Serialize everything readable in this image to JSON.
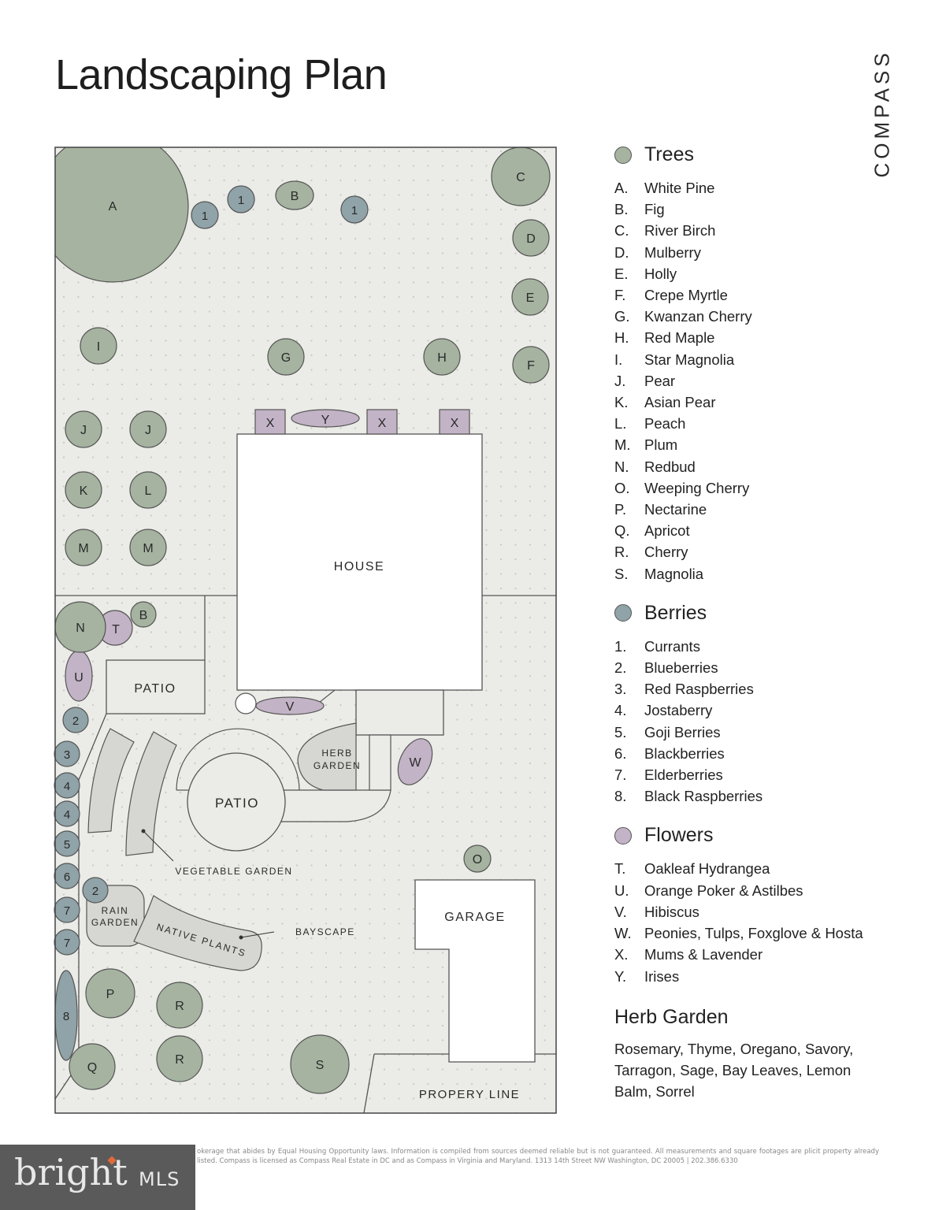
{
  "title": "Landscaping Plan",
  "brand": "COMPASS",
  "colors": {
    "tree": "#a5b3a0",
    "berry": "#8fa3a8",
    "flower": "#c3b3c6",
    "ground": "#ebebe7",
    "bed": "#d6d7d2"
  },
  "plan": {
    "house": "HOUSE",
    "patio1": "PATIO",
    "patio2": "PATIO",
    "herb1": "HERB",
    "herb2": "GARDEN",
    "veg": "VEGETABLE GARDEN",
    "rain1": "RAIN",
    "rain2": "GARDEN",
    "native": "NATIVE PLANTS",
    "bayscape": "BAYSCAPE",
    "garage": "GARAGE",
    "property": "PROPERY LINE"
  },
  "legend": {
    "trees": {
      "heading": "Trees",
      "items": [
        {
          "k": "A.",
          "v": "White Pine"
        },
        {
          "k": "B.",
          "v": "Fig"
        },
        {
          "k": "C.",
          "v": "River Birch"
        },
        {
          "k": "D.",
          "v": "Mulberry"
        },
        {
          "k": "E.",
          "v": "Holly"
        },
        {
          "k": "F.",
          "v": "Crepe Myrtle"
        },
        {
          "k": "G.",
          "v": "Kwanzan Cherry"
        },
        {
          "k": "H.",
          "v": "Red Maple"
        },
        {
          "k": "I.",
          "v": "Star Magnolia"
        },
        {
          "k": "J.",
          "v": "Pear"
        },
        {
          "k": "K.",
          "v": "Asian Pear"
        },
        {
          "k": "L.",
          "v": "Peach"
        },
        {
          "k": "M.",
          "v": "Plum"
        },
        {
          "k": "N.",
          "v": "Redbud"
        },
        {
          "k": "O.",
          "v": "Weeping Cherry"
        },
        {
          "k": "P.",
          "v": "Nectarine"
        },
        {
          "k": "Q.",
          "v": "Apricot"
        },
        {
          "k": "R.",
          "v": "Cherry"
        },
        {
          "k": "S.",
          "v": "Magnolia"
        }
      ]
    },
    "berries": {
      "heading": "Berries",
      "items": [
        {
          "k": "1.",
          "v": "Currants"
        },
        {
          "k": "2.",
          "v": "Blueberries"
        },
        {
          "k": "3.",
          "v": "Red Raspberries"
        },
        {
          "k": "4.",
          "v": "Jostaberry"
        },
        {
          "k": "5.",
          "v": "Goji Berries"
        },
        {
          "k": "6.",
          "v": "Blackberries"
        },
        {
          "k": "7.",
          "v": "Elderberries"
        },
        {
          "k": "8.",
          "v": "Black Raspberries"
        }
      ]
    },
    "flowers": {
      "heading": "Flowers",
      "items": [
        {
          "k": "T.",
          "v": "Oakleaf Hydrangea"
        },
        {
          "k": "U.",
          "v": "Orange Poker & Astilbes"
        },
        {
          "k": "V.",
          "v": "Hibiscus"
        },
        {
          "k": "W.",
          "v": "Peonies, Tulps, Foxglove & Hosta"
        },
        {
          "k": "X.",
          "v": "Mums & Lavender"
        },
        {
          "k": "Y.",
          "v": "Irises"
        }
      ]
    },
    "herb": {
      "heading": "Herb Garden",
      "text": "Rosemary, Thyme, Oregano, Savory, Tarragon, Sage, Bay Leaves, Lemon Balm, Sorrel"
    }
  },
  "footer": {
    "logo_main": "bright",
    "logo_sub": "MLS",
    "disclaimer": "okerage that abides by Equal Housing Opportunity laws. Information is compiled from sources deemed reliable but is not guaranteed. All measurements and square footages are plicit property already listed. Compass is licensed as Compass Real Estate in DC and as Compass in Virginia and Maryland. 1313 14th Street NW Washington, DC 20005 | 202.386.6330"
  }
}
